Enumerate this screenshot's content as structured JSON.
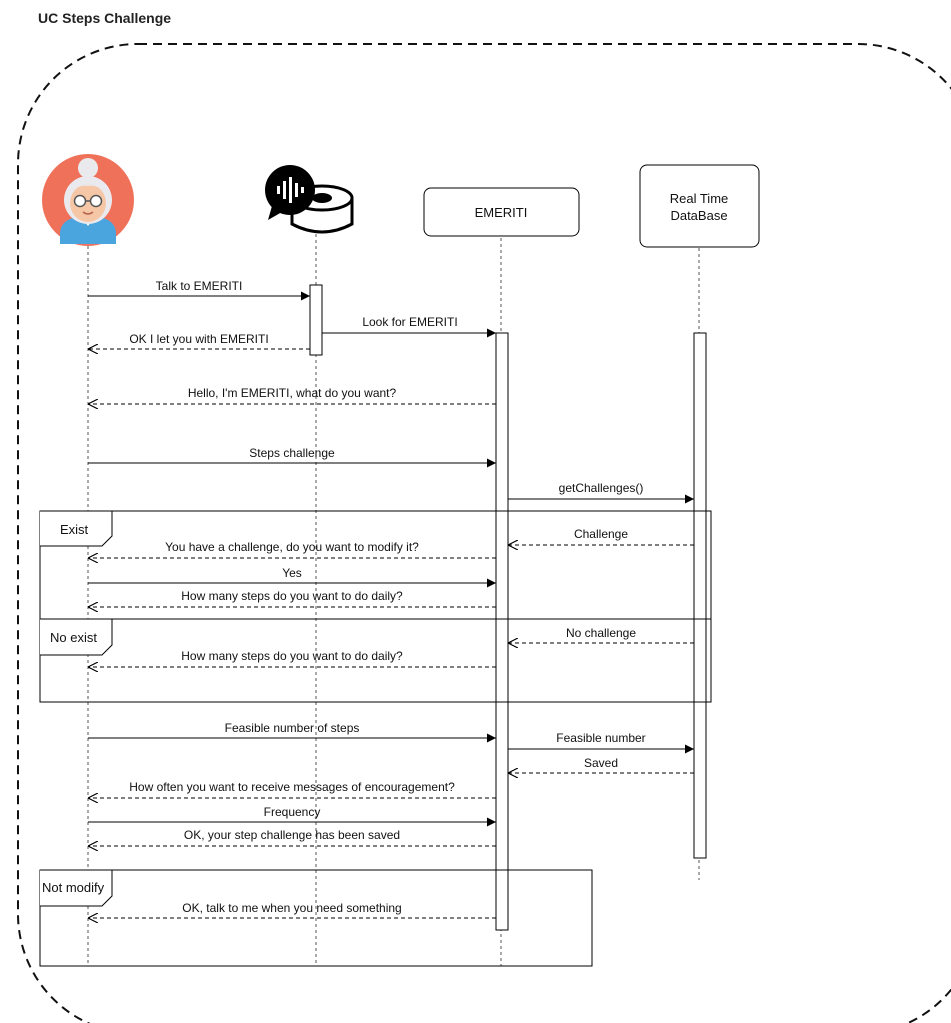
{
  "title": "UC Steps Challenge",
  "participants": {
    "user_icon": "elderly-woman-icon",
    "assistant_icon": "voice-assistant-speaker-icon",
    "emeriti": "EMERITI",
    "database_line1": "Real Time",
    "database_line2": "DataBase"
  },
  "messages": [
    {
      "text": "Talk to EMERITI"
    },
    {
      "text": "Look for EMERITI"
    },
    {
      "text": "OK I let you with EMERITI"
    },
    {
      "text": "Hello, I'm EMERITI, what do you want?"
    },
    {
      "text": "Steps challenge"
    },
    {
      "text": "getChallenges()"
    },
    {
      "text": "Challenge"
    },
    {
      "text": "You have a challenge, do you want to modify it?"
    },
    {
      "text": "Yes"
    },
    {
      "text": "How many steps do you want to do daily?"
    },
    {
      "text": "No challenge"
    },
    {
      "text": "How many steps do you want to do daily?"
    },
    {
      "text": "Feasible number of steps"
    },
    {
      "text": "Feasible number"
    },
    {
      "text": "Saved"
    },
    {
      "text": "How often you want to receive messages of encouragement?"
    },
    {
      "text": "Frequency"
    },
    {
      "text": "OK, your step challenge has been saved"
    },
    {
      "text": "OK, talk to me when you need something"
    }
  ],
  "fragments": {
    "exist": "Exist",
    "no_exist": "No exist",
    "not_modify": "Not modify"
  }
}
